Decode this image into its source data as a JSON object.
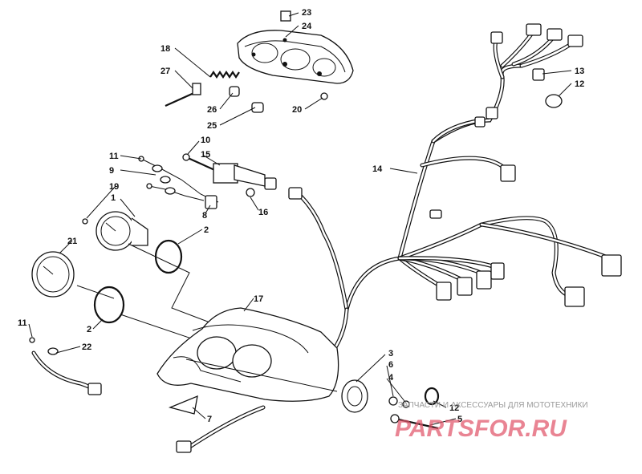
{
  "callouts": [
    {
      "id": "23",
      "label": "23"
    },
    {
      "id": "24",
      "label": "24"
    },
    {
      "id": "18",
      "label": "18"
    },
    {
      "id": "27",
      "label": "27"
    },
    {
      "id": "26",
      "label": "26"
    },
    {
      "id": "25",
      "label": "25"
    },
    {
      "id": "20",
      "label": "20"
    },
    {
      "id": "13",
      "label": "13"
    },
    {
      "id": "12a",
      "label": "12"
    },
    {
      "id": "10",
      "label": "10"
    },
    {
      "id": "15",
      "label": "15"
    },
    {
      "id": "11a",
      "label": "11"
    },
    {
      "id": "9",
      "label": "9"
    },
    {
      "id": "19",
      "label": "19"
    },
    {
      "id": "1",
      "label": "1"
    },
    {
      "id": "16",
      "label": "16"
    },
    {
      "id": "8",
      "label": "8"
    },
    {
      "id": "2a",
      "label": "2"
    },
    {
      "id": "14",
      "label": "14"
    },
    {
      "id": "21",
      "label": "21"
    },
    {
      "id": "17",
      "label": "17"
    },
    {
      "id": "2b",
      "label": "2"
    },
    {
      "id": "11b",
      "label": "11"
    },
    {
      "id": "22",
      "label": "22"
    },
    {
      "id": "3",
      "label": "3"
    },
    {
      "id": "6",
      "label": "6"
    },
    {
      "id": "4",
      "label": "4"
    },
    {
      "id": "12b",
      "label": "12"
    },
    {
      "id": "5",
      "label": "5"
    },
    {
      "id": "7",
      "label": "7"
    }
  ],
  "watermark": {
    "tagline": "ЗАПЧАСТИ И АКСЕССУАРЫ ДЛЯ МОТОТЕХНИКИ",
    "logo": "PARTSFOR.RU",
    "color": "#e0546a"
  }
}
